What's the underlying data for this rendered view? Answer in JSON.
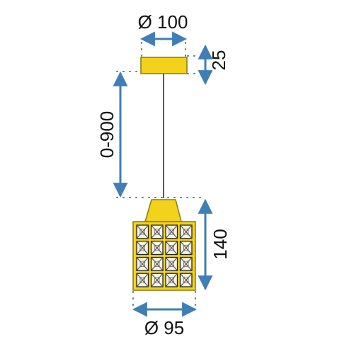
{
  "dimensions": {
    "canopy_diameter": "Ø 100",
    "canopy_height": "25",
    "cable_length": "0-900",
    "shade_height": "140",
    "shade_diameter": "Ø 95"
  },
  "colors": {
    "brass": "#f2d21b",
    "brass_dark": "#8a7a10",
    "dimension_line": "#3f7fb5",
    "cable": "#222222",
    "text": "#111111"
  },
  "shade_grid": {
    "rows": 4,
    "cols": 4
  }
}
